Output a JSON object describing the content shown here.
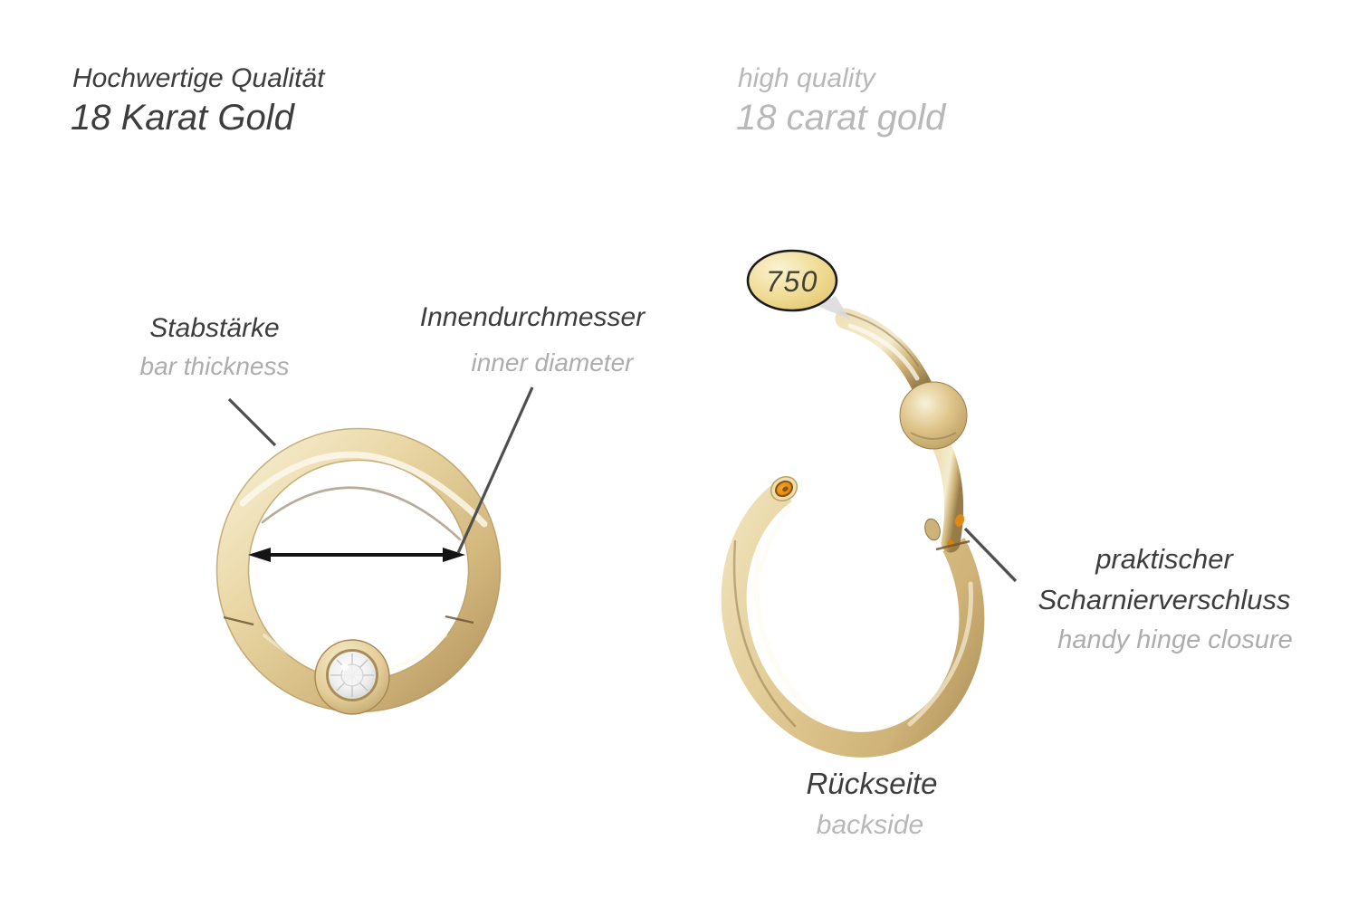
{
  "header_left": {
    "line1": "Hochwertige Qualität",
    "line2": "18 Karat Gold"
  },
  "header_right": {
    "line1": "high quality",
    "line2": "18 carat gold"
  },
  "left_ring": {
    "label_bar_thickness": {
      "de": "Stabstärke",
      "en": "bar thickness"
    },
    "label_inner_diameter": {
      "de": "Innendurchmesser",
      "en": "inner diameter"
    }
  },
  "right_ring": {
    "stamp_text": "750",
    "label_hinge": {
      "de_line1": "praktischer",
      "de_line2": "Scharnierverschluss",
      "en": "handy hinge closure"
    },
    "label_backside": {
      "de": "Rückseite",
      "en": "backside"
    }
  },
  "colors": {
    "text_dark": "#3d3d3d",
    "text_gray": "#adadad",
    "gold_main": "#dcc48d",
    "gold_highlight": "#f8f2de",
    "gold_shadow": "#a18753",
    "stamp_fill": "#eed98f",
    "tube_interior_orange": "#e08a12",
    "pointer_line": "#4f4f4f",
    "arrow": "#141414",
    "background": "#ffffff"
  }
}
